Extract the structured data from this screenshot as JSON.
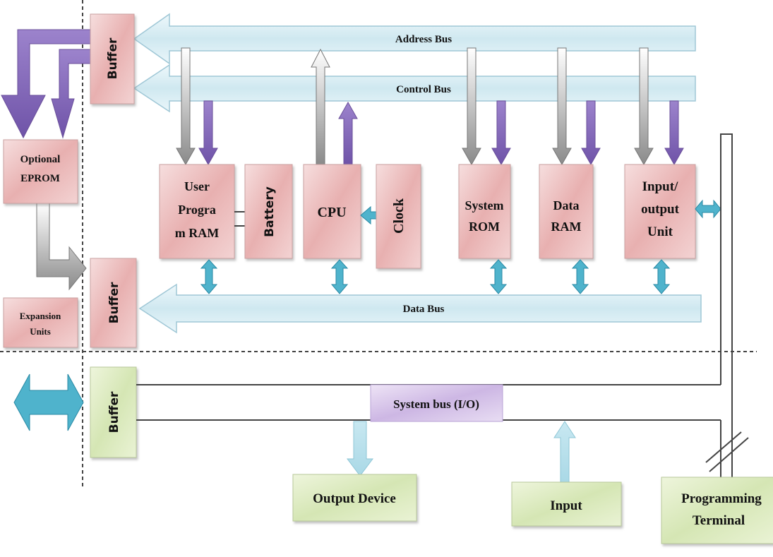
{
  "buses": {
    "address": "Address Bus",
    "control": "Control Bus",
    "data": "Data Bus",
    "system": "System bus (I/O)"
  },
  "buffers": [
    "Buffer",
    "Buffer",
    "Buffer"
  ],
  "left_blocks": {
    "eprom": [
      "Optional",
      "EPROM"
    ],
    "expansion": [
      "Expansion",
      "Units"
    ]
  },
  "blocks": {
    "user_ram": [
      "User",
      "Progra",
      "m RAM"
    ],
    "battery": "Battery",
    "cpu": "CPU",
    "clock": "Clock",
    "system_rom": [
      "System",
      "ROM"
    ],
    "data_ram": [
      "Data",
      "RAM"
    ],
    "io_unit": [
      "Input/",
      "output",
      "Unit"
    ]
  },
  "devices": {
    "output": "Output Device",
    "input": "Input",
    "terminal": [
      "Programming",
      "Terminal"
    ]
  },
  "colors": {
    "module": "#e8a9a9",
    "bus": "#d4ecf3",
    "io_device": "#dbe9c0",
    "control_arrow": "#8a6cc0",
    "data_arrow": "#4fb3cc"
  }
}
